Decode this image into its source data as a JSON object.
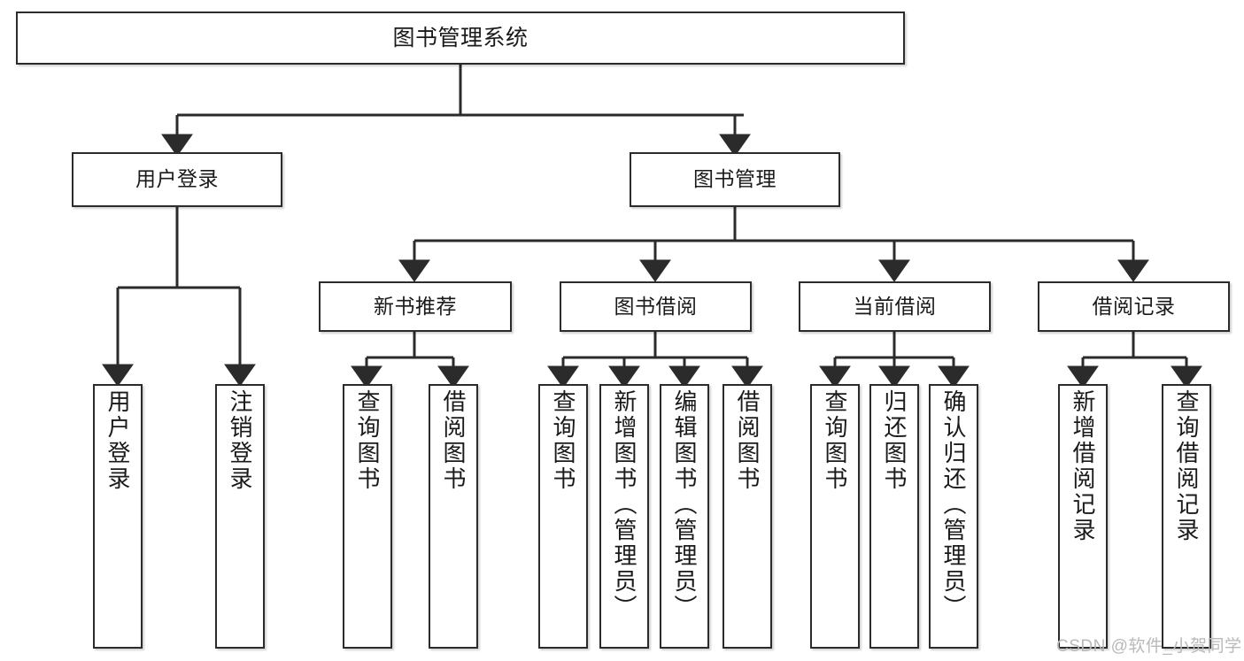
{
  "diagram": {
    "title": "图书管理系统",
    "watermark": "CSDN @软件_小贺同学",
    "accent_color": "#2b2b2b",
    "background_color": "#ffffff",
    "nodes": {
      "root": {
        "label": "图书管理系统"
      },
      "level1": [
        {
          "id": "user-login",
          "label": "用户登录"
        },
        {
          "id": "book-management",
          "label": "图书管理"
        }
      ],
      "level2": [
        {
          "id": "new-book-recommend",
          "label": "新书推荐"
        },
        {
          "id": "book-borrow",
          "label": "图书借阅"
        },
        {
          "id": "current-borrow",
          "label": "当前借阅"
        },
        {
          "id": "borrow-record",
          "label": "借阅记录"
        }
      ],
      "leaves": [
        {
          "id": "leaf-user-login",
          "label": "用户登录",
          "parent": "user-login"
        },
        {
          "id": "leaf-logout-login",
          "label": "注销登录",
          "parent": "user-login"
        },
        {
          "id": "leaf-query-book-1",
          "label": "查询图书",
          "parent": "new-book-recommend"
        },
        {
          "id": "leaf-borrow-book-1",
          "label": "借阅图书",
          "parent": "new-book-recommend"
        },
        {
          "id": "leaf-query-book-2",
          "label": "查询图书",
          "parent": "book-borrow"
        },
        {
          "id": "leaf-add-book",
          "label": "新增图书（管理员）",
          "parent": "book-borrow"
        },
        {
          "id": "leaf-edit-book",
          "label": "编辑图书（管理员）",
          "parent": "book-borrow"
        },
        {
          "id": "leaf-borrow-book-2",
          "label": "借阅图书",
          "parent": "book-borrow"
        },
        {
          "id": "leaf-query-book-3",
          "label": "查询图书",
          "parent": "current-borrow"
        },
        {
          "id": "leaf-return-book",
          "label": "归还图书",
          "parent": "current-borrow"
        },
        {
          "id": "leaf-confirm-return",
          "label": "确认归还（管理员）",
          "parent": "current-borrow"
        },
        {
          "id": "leaf-add-record",
          "label": "新增借阅记录",
          "parent": "borrow-record"
        },
        {
          "id": "leaf-query-record",
          "label": "查询借阅记录",
          "parent": "borrow-record"
        }
      ]
    }
  }
}
